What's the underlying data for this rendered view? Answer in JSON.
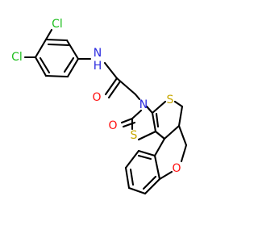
{
  "atoms": {
    "cl1": {
      "text": "Cl",
      "color": "#1fbf1f"
    },
    "cl2": {
      "text": "Cl",
      "color": "#1fbf1f"
    },
    "nh": {
      "text": "N",
      "sub": "H",
      "color": "#2a2adf"
    },
    "o_amide": {
      "text": "O",
      "color": "#ff1010"
    },
    "n_ring": {
      "text": "N",
      "color": "#2a2adf"
    },
    "o_ketone": {
      "text": "O",
      "color": "#ff1010"
    },
    "s_thiazole": {
      "text": "S",
      "color": "#c8a800"
    },
    "s_thiopyran": {
      "text": "S",
      "color": "#c8a800"
    },
    "o_ether": {
      "text": "O",
      "color": "#ff1010"
    }
  }
}
